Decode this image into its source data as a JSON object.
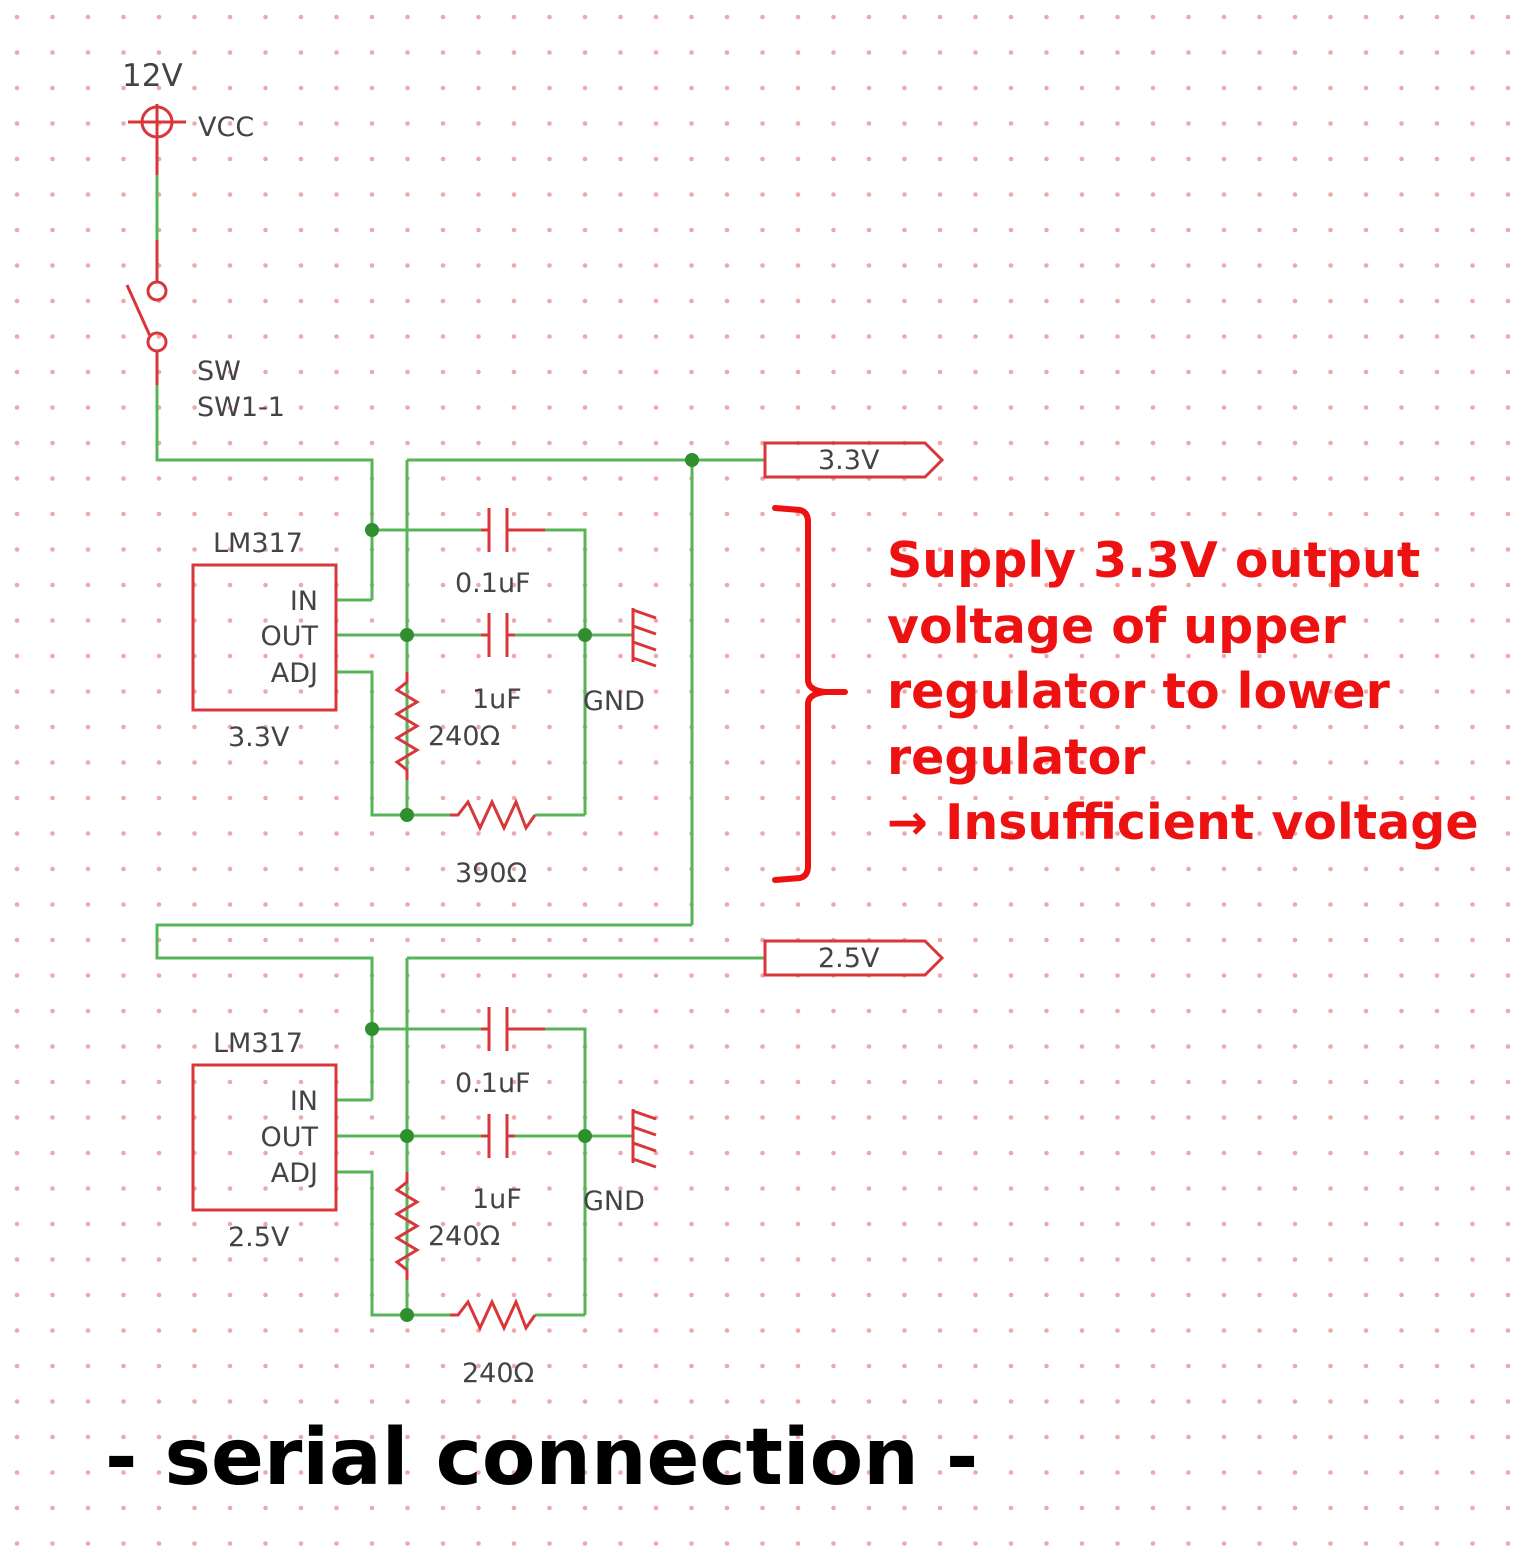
{
  "supply": {
    "voltage_label": "12V",
    "net_label": "VCC"
  },
  "switch": {
    "type_label": "SW",
    "ref_label": "SW1-1"
  },
  "regulators": [
    {
      "part_label": "LM317",
      "pins": [
        "IN",
        "OUT",
        "ADJ"
      ],
      "voltage_label": "3.3V",
      "cap_small_label": "0.1uF",
      "cap_large_label": "1uF",
      "r1_label": "240Ω",
      "r2_label": "390Ω",
      "gnd_label": "GND",
      "output_tag": "3.3V"
    },
    {
      "part_label": "LM317",
      "pins": [
        "IN",
        "OUT",
        "ADJ"
      ],
      "voltage_label": "2.5V",
      "cap_small_label": "0.1uF",
      "cap_large_label": "1uF",
      "r1_label": "240Ω",
      "r2_label": "240Ω",
      "gnd_label": "GND",
      "output_tag": "2.5V"
    }
  ],
  "annotation": {
    "text": "Supply 3.3V output\nvoltage of upper\nregulator to lower\nregulator\n→ Insufficient voltage",
    "color": "#ee1111"
  },
  "caption": "- serial connection -",
  "colors": {
    "wire": "#57b557",
    "component": "#d9363a",
    "junction": "#2f8f2f",
    "grid_dot": "#f0a8a8"
  }
}
